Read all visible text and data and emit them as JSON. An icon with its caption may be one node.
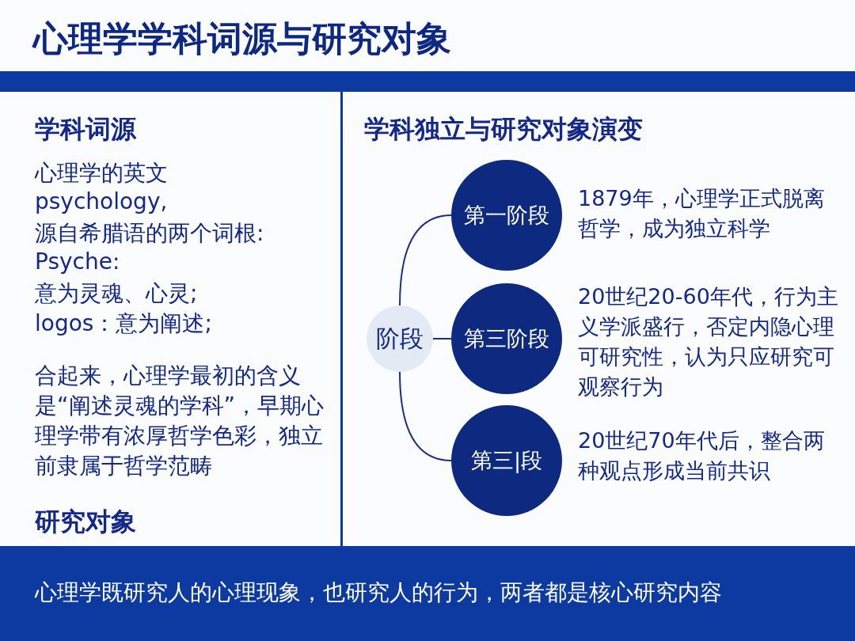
{
  "diagram": {
    "title": "心理学学科词源与研究对象",
    "nodes": [
      {
        "text": [
          "阶段"
        ]
      },
      {
        "text": [
          "第一阶段"
        ],
        "beside": [
          "1879年，心理学正式脱离哲学，成为独立科学"
        ]
      },
      {
        "text": [
          "第三阶段"
        ],
        "beside": [
          "20世纪20-60年代，行为主义学派盛行，否定内隐心理可研究性，认为只应研究可观察行为"
        ]
      },
      {
        "text": [
          "第三|段"
        ],
        "beside": [
          "20世纪70年代后，整合两种观点形成当前共识"
        ]
      }
    ],
    "edges": [
      {
        "from": 0,
        "to": 1,
        "arrow": "none"
      },
      {
        "from": 0,
        "to": 2,
        "arrow": "none"
      },
      {
        "from": 0,
        "to": 3,
        "arrow": "none"
      }
    ],
    "labels": [
      "学科词源",
      "心理学的英文",
      "psychology,",
      "源自希腊语的两个词根:",
      "Psyche:",
      "意为灵魂、心灵;",
      "logos：意为阐述;",
      "合起来，心理学最初的含义是“阐述灵魂的学科”，早期心理学带有浓厚哲学色彩，独立前隶属于哲学范畴",
      "研究对象",
      "学科独立与研究对象演变",
      "心理学既研究人的心理现象，也研究人的行为，两者都是核心研究内容"
    ]
  }
}
